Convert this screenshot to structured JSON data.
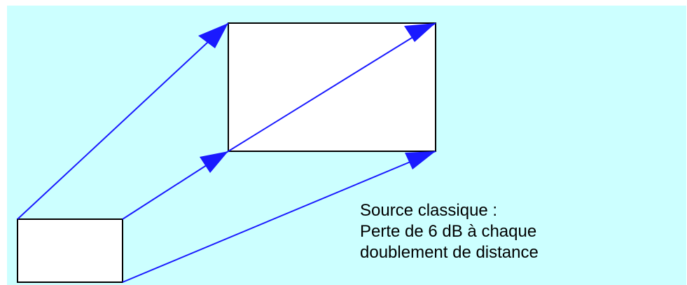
{
  "colors": {
    "background": "#ccffff",
    "box_fill": "#ffffff",
    "box_stroke": "#000000",
    "arrow": "#1a1aff",
    "text": "#000000"
  },
  "caption": {
    "line1": "Source classique :",
    "line2": "Perte de 6 dB à chaque",
    "line3": "doublement de distance"
  }
}
